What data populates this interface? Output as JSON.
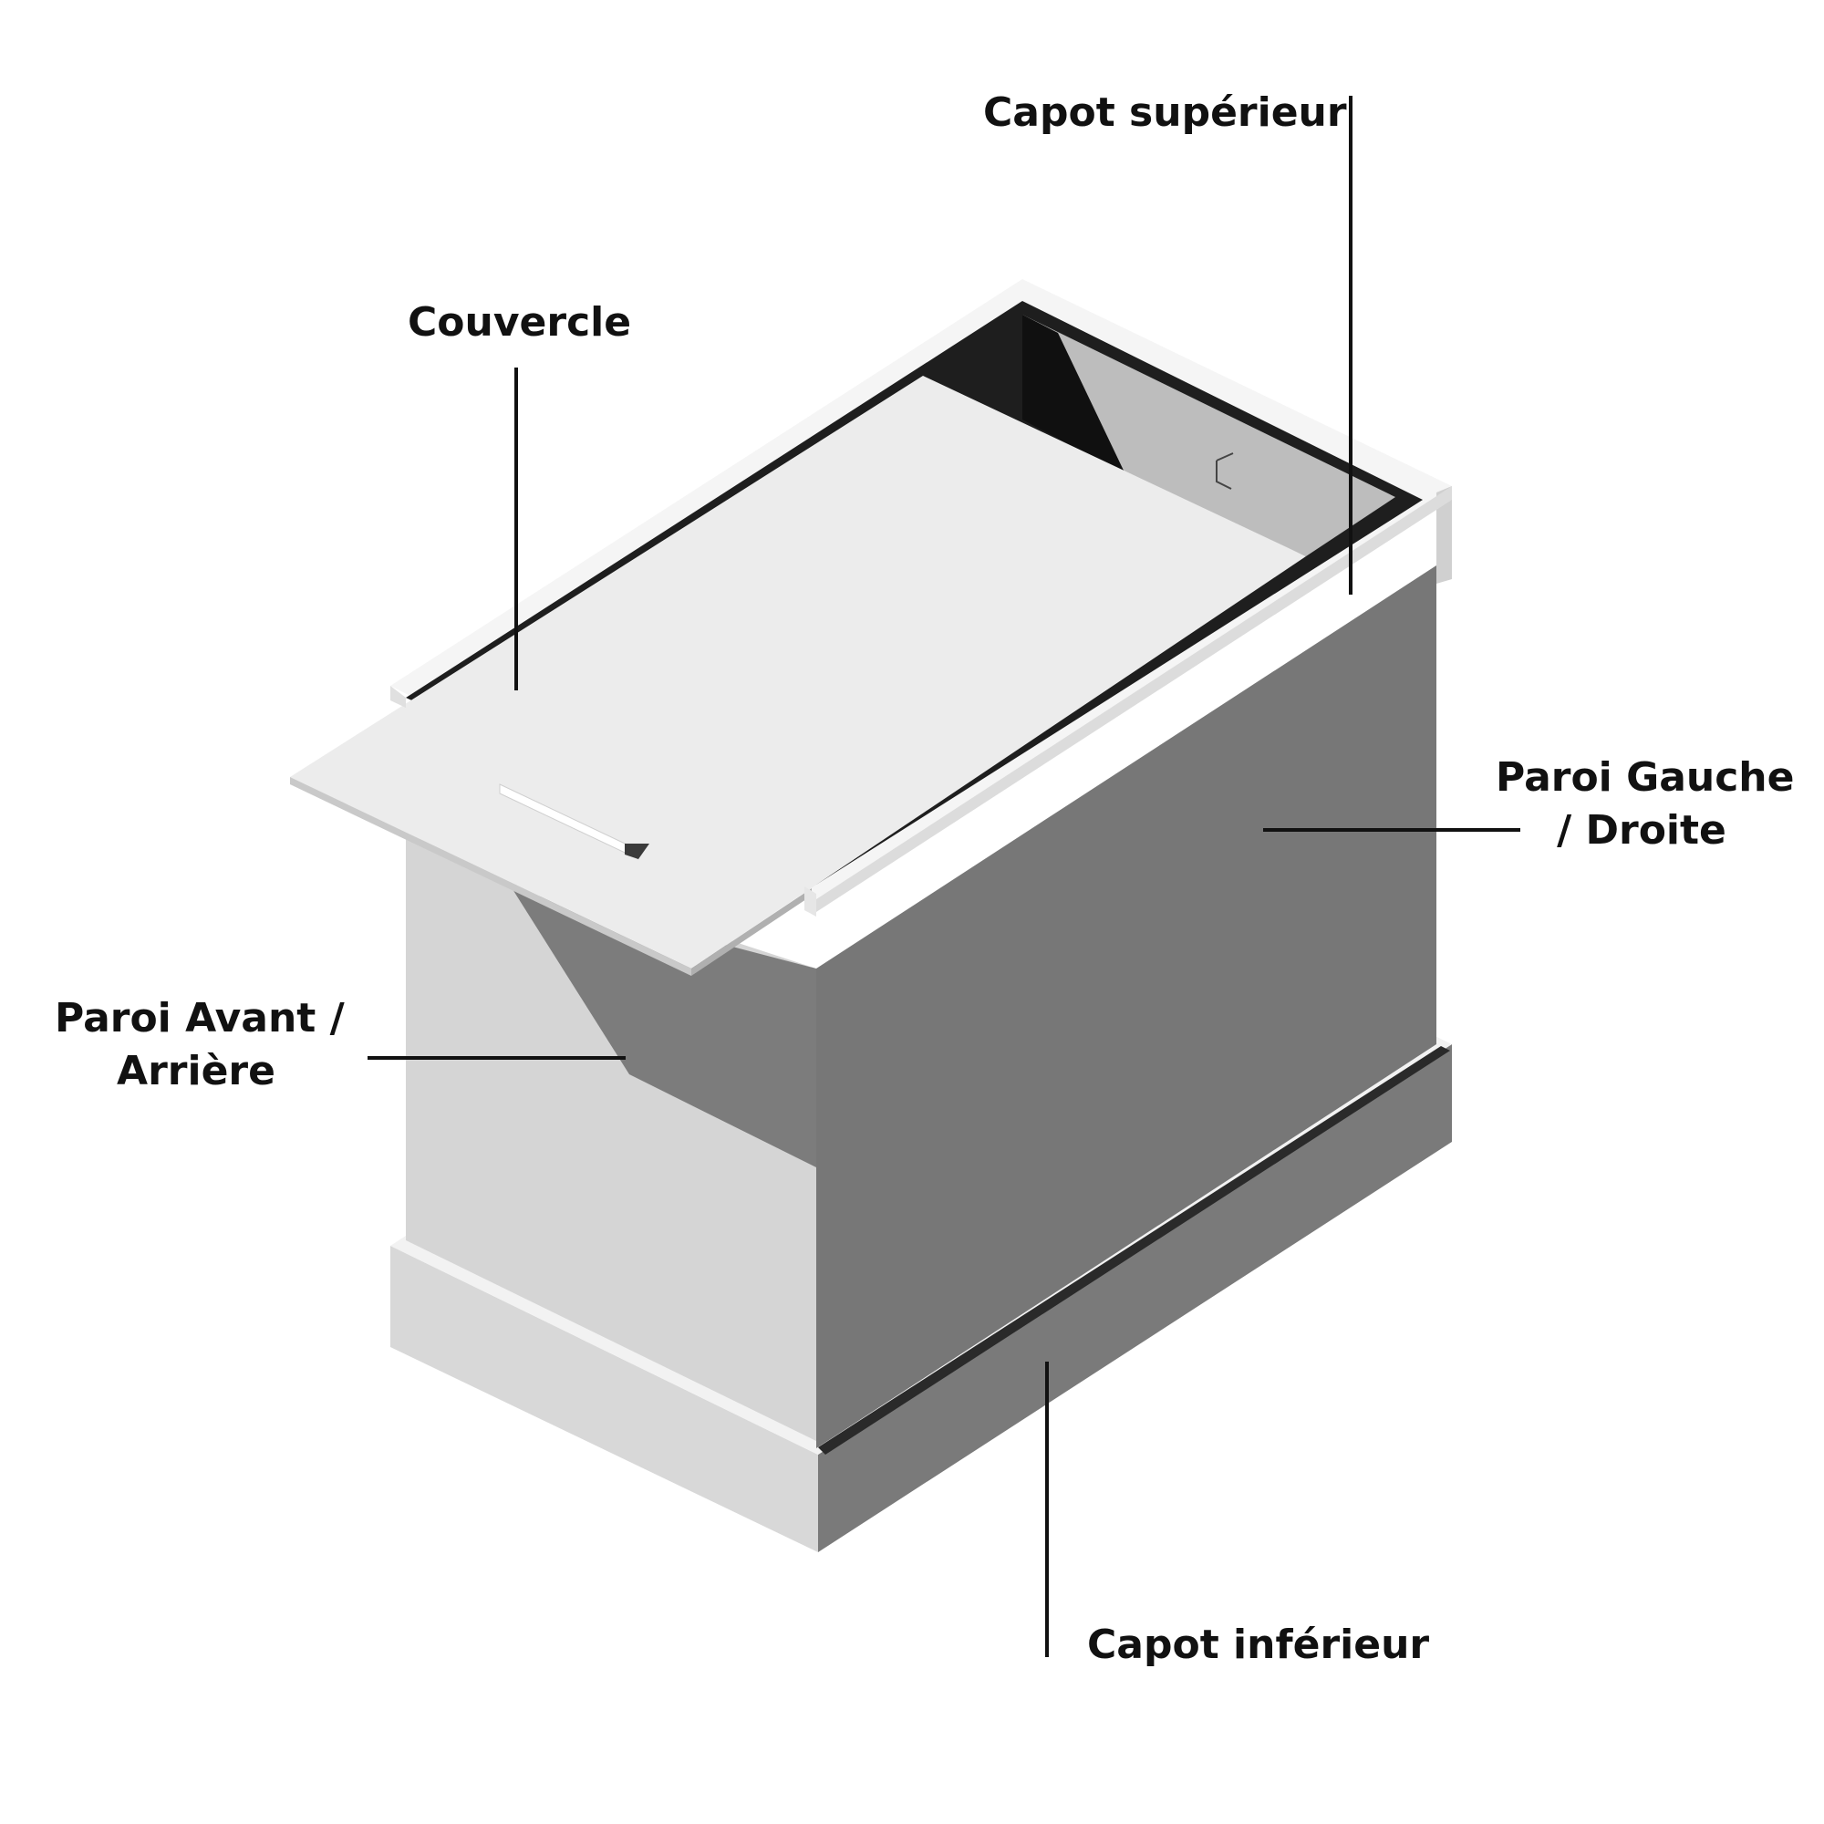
{
  "labels": {
    "capot_superieur": "Capot supérieur",
    "couvercle": "Couvercle",
    "paroi_laterale": [
      "Paroi Gauche",
      "/ Droite"
    ],
    "paroi_avant_arriere": [
      "Paroi Avant /",
      "Arrière"
    ],
    "capot_inferieur": "Capot inférieur"
  },
  "colors": {
    "background": "#ffffff",
    "text": "#111111",
    "leader_line": "#111111",
    "lid": "#ececec",
    "side_wall": "#777777",
    "front_wall": "#d6d6d6",
    "frame": "#f4f4f4",
    "interior": "#1c1c1c"
  }
}
